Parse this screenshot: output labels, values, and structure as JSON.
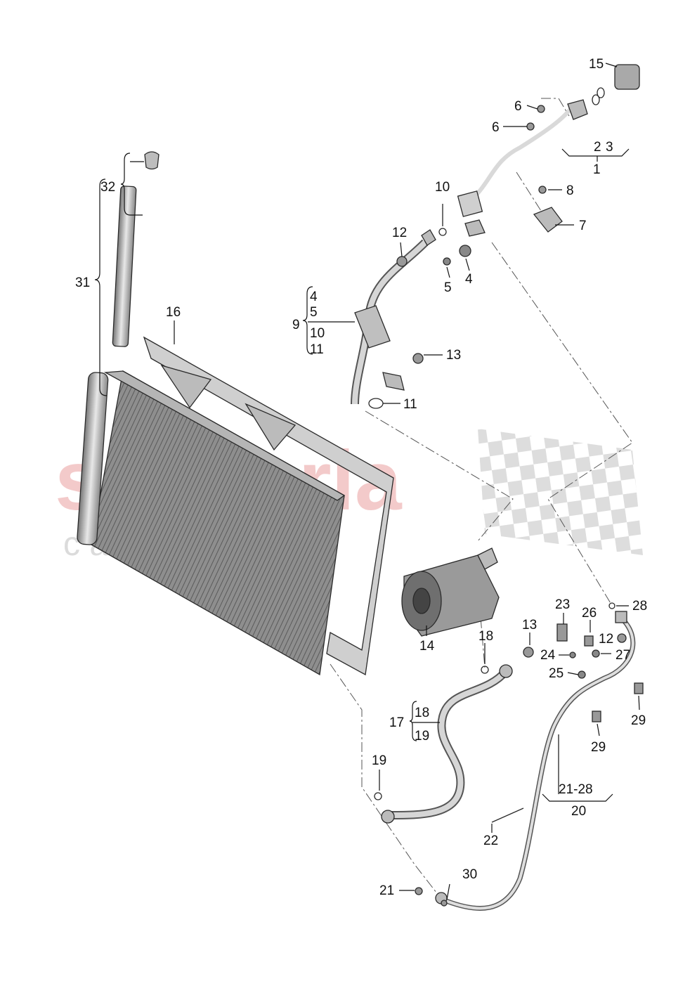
{
  "watermark": {
    "brand": "scuderia",
    "sub": "c a r   p a r t s",
    "color": "#e58a8a"
  },
  "labels": {
    "l1": "1",
    "l2": "2",
    "l3": "3",
    "l4a": "4",
    "l4b": "4",
    "l5a": "5",
    "l5b": "5",
    "l6a": "6",
    "l6b": "6",
    "l7": "7",
    "l8": "8",
    "l9": "9",
    "l10a": "10",
    "l10b": "10",
    "l11a": "11",
    "l11b": "11",
    "l12a": "12",
    "l12b": "12",
    "l13a": "13",
    "l13b": "13",
    "l14": "14",
    "l15": "15",
    "l16": "16",
    "l17": "17",
    "l18a": "18",
    "l18b": "18",
    "l19a": "19",
    "l19b": "19",
    "l20": "20",
    "l21": "21",
    "l2128": "21-28",
    "l22": "22",
    "l23": "23",
    "l24": "24",
    "l25": "25",
    "l26": "26",
    "l27": "27",
    "l28": "28",
    "l29a": "29",
    "l29b": "29",
    "l30": "30",
    "l31": "31",
    "l32": "32"
  }
}
